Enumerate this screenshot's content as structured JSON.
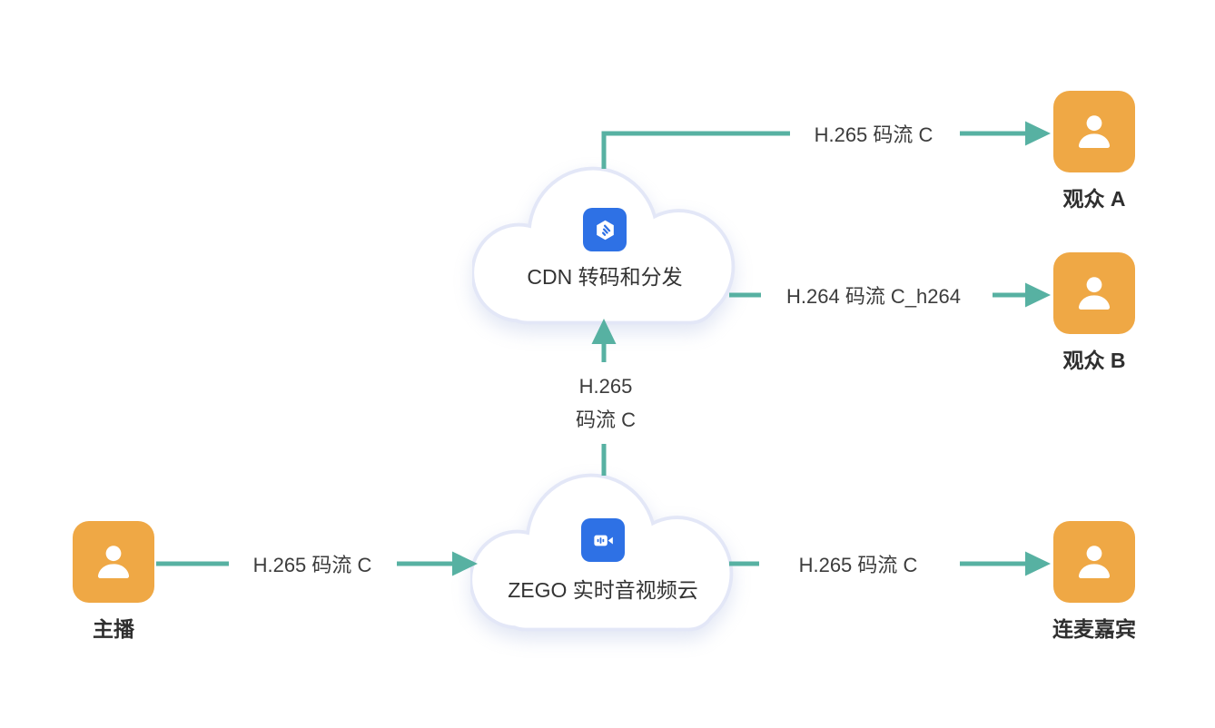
{
  "canvas": {
    "background": "#ffffff"
  },
  "colors": {
    "arrow_teal": "#57B1A2",
    "actor_orange": "#EFA845",
    "brand_blue": "#2E71E5",
    "cloud_border": "#E3E7F7",
    "text": "#333333"
  },
  "nodes": {
    "host": {
      "label": "主播",
      "icon": "person-icon"
    },
    "zego_cloud": {
      "label": "ZEGO 实时音视频云",
      "icon": "video-camera-icon"
    },
    "cdn_cloud": {
      "label": "CDN 转码和分发",
      "icon": "hexagon-signal-icon"
    },
    "audience_a": {
      "label": "观众 A",
      "icon": "person-icon"
    },
    "audience_b": {
      "label": "观众 B",
      "icon": "person-icon"
    },
    "guest": {
      "label": "连麦嘉宾",
      "icon": "person-icon"
    }
  },
  "edges": {
    "host_to_zego": {
      "from": "主播",
      "to": "ZEGO 实时音视频云",
      "label": "H.265 码流 C"
    },
    "zego_to_cdn": {
      "from": "ZEGO 实时音视频云",
      "to": "CDN 转码和分发",
      "label_line1": "H.265",
      "label_line2": "码流 C"
    },
    "cdn_to_audience_a": {
      "from": "CDN 转码和分发",
      "to": "观众 A",
      "label": "H.265 码流 C"
    },
    "cdn_to_audience_b": {
      "from": "CDN 转码和分发",
      "to": "观众 B",
      "label": "H.264 码流 C_h264"
    },
    "zego_to_guest": {
      "from": "ZEGO 实时音视频云",
      "to": "连麦嘉宾",
      "label": "H.265 码流 C"
    }
  }
}
